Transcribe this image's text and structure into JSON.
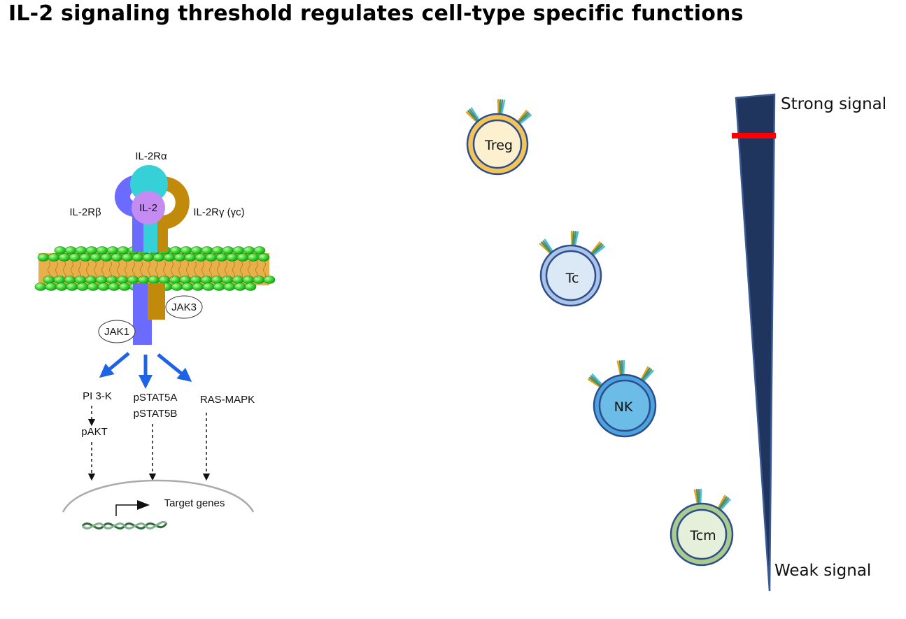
{
  "title": "IL-2 signaling threshold regulates cell-type specific functions",
  "receptor": {
    "alpha": "IL-2Rα",
    "beta": "IL-2Rβ",
    "gamma": "IL-2Rγ (γc)",
    "ligand": "IL-2",
    "jak1": "JAK1",
    "jak3": "JAK3"
  },
  "pathways": {
    "pi3k": "PI 3-K",
    "pakt": "pAKT",
    "pstat5a": "pSTAT5A",
    "pstat5b": "pSTAT5B",
    "rasmapk": "RAS-MAPK",
    "target_genes": "Target genes"
  },
  "cells": [
    {
      "label": "Treg",
      "fill": "#fdf0cf",
      "ring": "#f2c45a"
    },
    {
      "label": "Tc",
      "fill": "#dbe8f6",
      "ring": "#a9c4e8"
    },
    {
      "label": "NK",
      "fill": "#6bbde8",
      "ring": "#4aa3df"
    },
    {
      "label": "Tcm",
      "fill": "#e4f0da",
      "ring": "#a9cc8e"
    }
  ],
  "signal": {
    "strong": "Strong signal",
    "weak": "Weak signal",
    "wedge_color": "#1f355e",
    "threshold_color": "#ff0000"
  },
  "colors": {
    "alpha": "#36d0d8",
    "beta": "#6b6bff",
    "gamma": "#c28a0a",
    "ligand": "#c48cf2",
    "membrane_head": "#33d12c",
    "membrane_tail": "#e8b04a",
    "arrow": "#1e63e6"
  }
}
